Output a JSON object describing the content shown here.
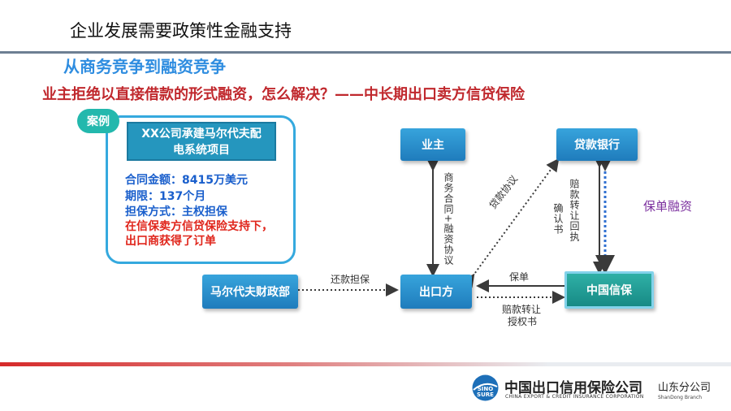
{
  "header": {
    "title": "企业发展需要政策性金融支持",
    "subtitle": "从商务竞争到融资竞争",
    "question": "业主拒绝以直接借款的形式融资，怎么解决？——中长期出口卖方信贷保险"
  },
  "case": {
    "tag": "案例",
    "heading_line1": "XX公司承建马尔代夫配",
    "heading_line2": "电系统项目",
    "amount": "合同金额：8415万美元",
    "term": "期限：137个月",
    "guarantee": "担保方式：主权担保",
    "result_line1": "在信保卖方信贷保险支持下，",
    "result_line2": "出口商获得了订单"
  },
  "diagram": {
    "nodes": {
      "owner": "业主",
      "bank": "贷款银行",
      "exporter": "出口方",
      "sinosure": "中国信保",
      "maldives": "马尔代夫财政部"
    },
    "labels": {
      "commercial_contract": "商务合同+融资协议",
      "loan_agreement": "贷款协议",
      "confirmation": "确认书",
      "indemnity_transfer": "赔款转让回执",
      "policy_financing": "保单融资",
      "repayment_guarantee": "还款担保",
      "policy": "保单",
      "indemnity_auth_line1": "赔款转让",
      "indemnity_auth_line2": "授权书"
    }
  },
  "footer": {
    "logo_mark_line1": "SINO",
    "logo_mark_line2": "SURE",
    "company_cn": "中国出口信用保险公司",
    "company_en": "CHINA EXPORT & CREDIT INSURANCE CORPORATION",
    "branch_cn": "山东分公司",
    "branch_en": "ShanDong Branch"
  },
  "colors": {
    "accent_blue": "#2f8de0",
    "question_red": "#c0282d",
    "node_blue": "#1f7cbc",
    "node_green": "#178a85",
    "case_border": "#35a9de",
    "purple": "#7b2f9e"
  }
}
